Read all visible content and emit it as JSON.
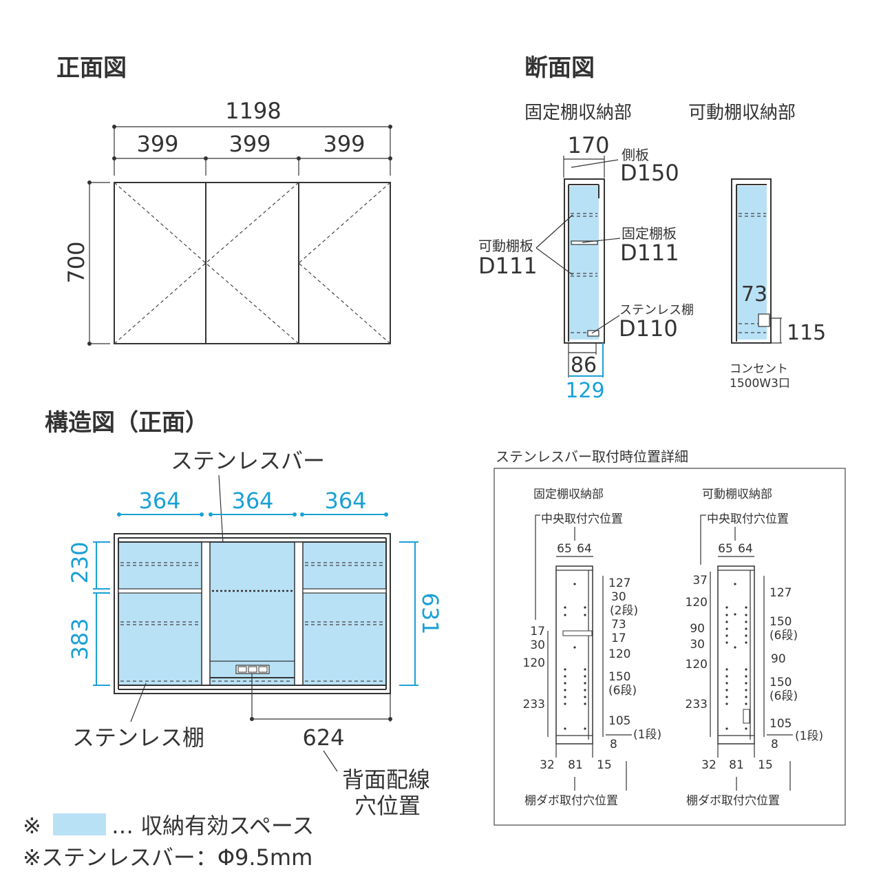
{
  "front_view": {
    "title": "正面図",
    "overall_width": "1198",
    "door_widths": [
      "399",
      "399",
      "399"
    ],
    "height": "700"
  },
  "section_view": {
    "title": "断面図",
    "fixed_shelf_title": "固定棚収納部",
    "movable_shelf_title": "可動棚収納部",
    "depth": "170",
    "side_panel_label": "側板",
    "side_panel_depth": "D150",
    "movable_shelf_label": "可動棚板",
    "movable_shelf_depth": "D111",
    "fixed_shelf_label": "固定棚板",
    "fixed_shelf_depth": "D111",
    "stainless_shelf_label": "ステンレス棚",
    "stainless_shelf_depth": "D110",
    "dim_86": "86",
    "dim_129": "129",
    "dim_73": "73",
    "dim_115": "115",
    "outlet_label": "コンセント",
    "outlet_spec": "1500W3口"
  },
  "structure_view": {
    "title": "構造図（正面）",
    "stainless_bar_label": "ステンレスバー",
    "bay_widths": [
      "364",
      "364",
      "364"
    ],
    "left_heights": [
      "230",
      "383"
    ],
    "right_height": "631",
    "stainless_shelf_label": "ステンレス棚",
    "wiring_offset": "624",
    "wiring_hole_line1": "背面配線",
    "wiring_hole_line2": "穴位置"
  },
  "detail_view": {
    "title": "ステンレスバー取付時位置詳細",
    "fixed": {
      "title": "固定棚収納部",
      "center_hole": "中央取付穴位置",
      "top_dims": [
        "65",
        "64"
      ],
      "right_dims": [
        "127",
        "30",
        "(2段)",
        "73",
        "17",
        "120",
        "150",
        "(6段)",
        "105",
        "(1段)",
        "8"
      ],
      "left_dims": [
        "17",
        "30",
        "120",
        "233"
      ],
      "bottom_dims": [
        "32",
        "81",
        "15"
      ],
      "dowel_label": "棚ダボ取付穴位置"
    },
    "movable": {
      "title": "可動棚収納部",
      "center_hole": "中央取付穴位置",
      "top_dims": [
        "65",
        "64"
      ],
      "right_dims": [
        "127",
        "150",
        "(6段)",
        "90",
        "150",
        "(6段)",
        "105",
        "(1段)",
        "8"
      ],
      "left_dims": [
        "37",
        "120",
        "90",
        "30",
        "120",
        "233"
      ],
      "bottom_dims": [
        "32",
        "81",
        "15"
      ],
      "dowel_label": "棚ダボ取付穴位置"
    }
  },
  "legend": {
    "mark": "※",
    "storage_label": "… 収納有効スペース",
    "bar_note": "※ステンレスバー：Φ9.5mm"
  },
  "colors": {
    "storage_fill": "#b9e1f6",
    "accent_blue": "#1aa0d6",
    "line": "#333333"
  }
}
